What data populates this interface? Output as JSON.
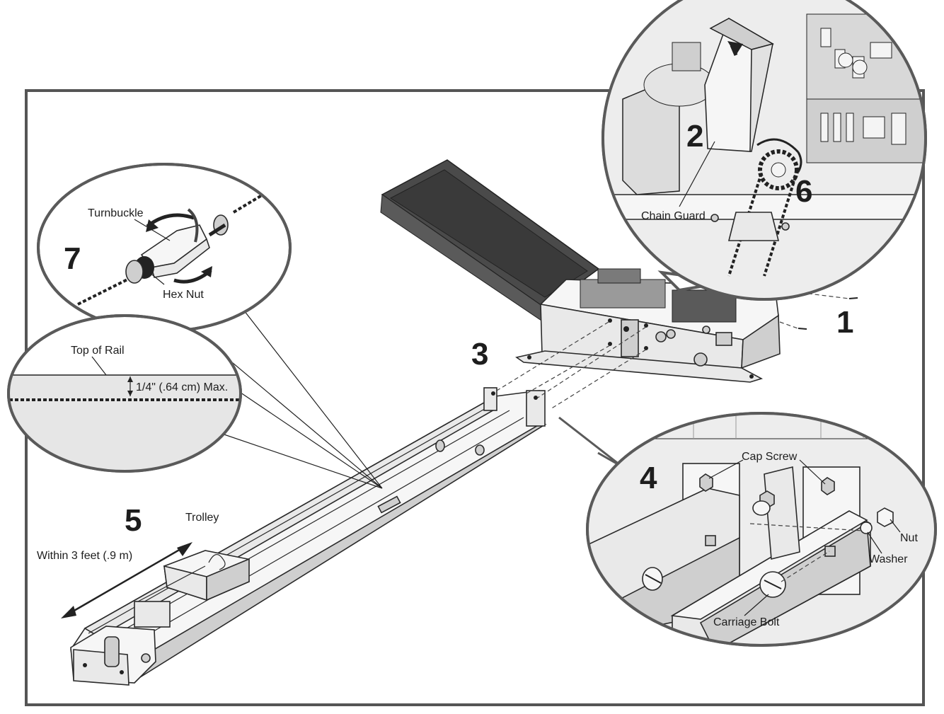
{
  "steps": {
    "s1": "1",
    "s2": "2",
    "s3": "3",
    "s4": "4",
    "s5": "5",
    "s6": "6",
    "s7": "7"
  },
  "labels": {
    "turnbuckle": "Turnbuckle",
    "hex_nut": "Hex Nut",
    "top_of_rail": "Top of Rail",
    "max_gap": "1/4\" (.64 cm) Max.",
    "chain_guard": "Chain Guard",
    "cap_screw": "Cap Screw",
    "nut": "Nut",
    "washer": "Washer",
    "carriage_bolt": "Carriage Bolt",
    "trolley": "Trolley",
    "within_distance": "Within 3 feet (.9 m)"
  },
  "colors": {
    "line": "#2a2a2a",
    "frame": "#555555",
    "cover": "#4a4a4a",
    "zoom_bg": "#e6e6e6"
  }
}
